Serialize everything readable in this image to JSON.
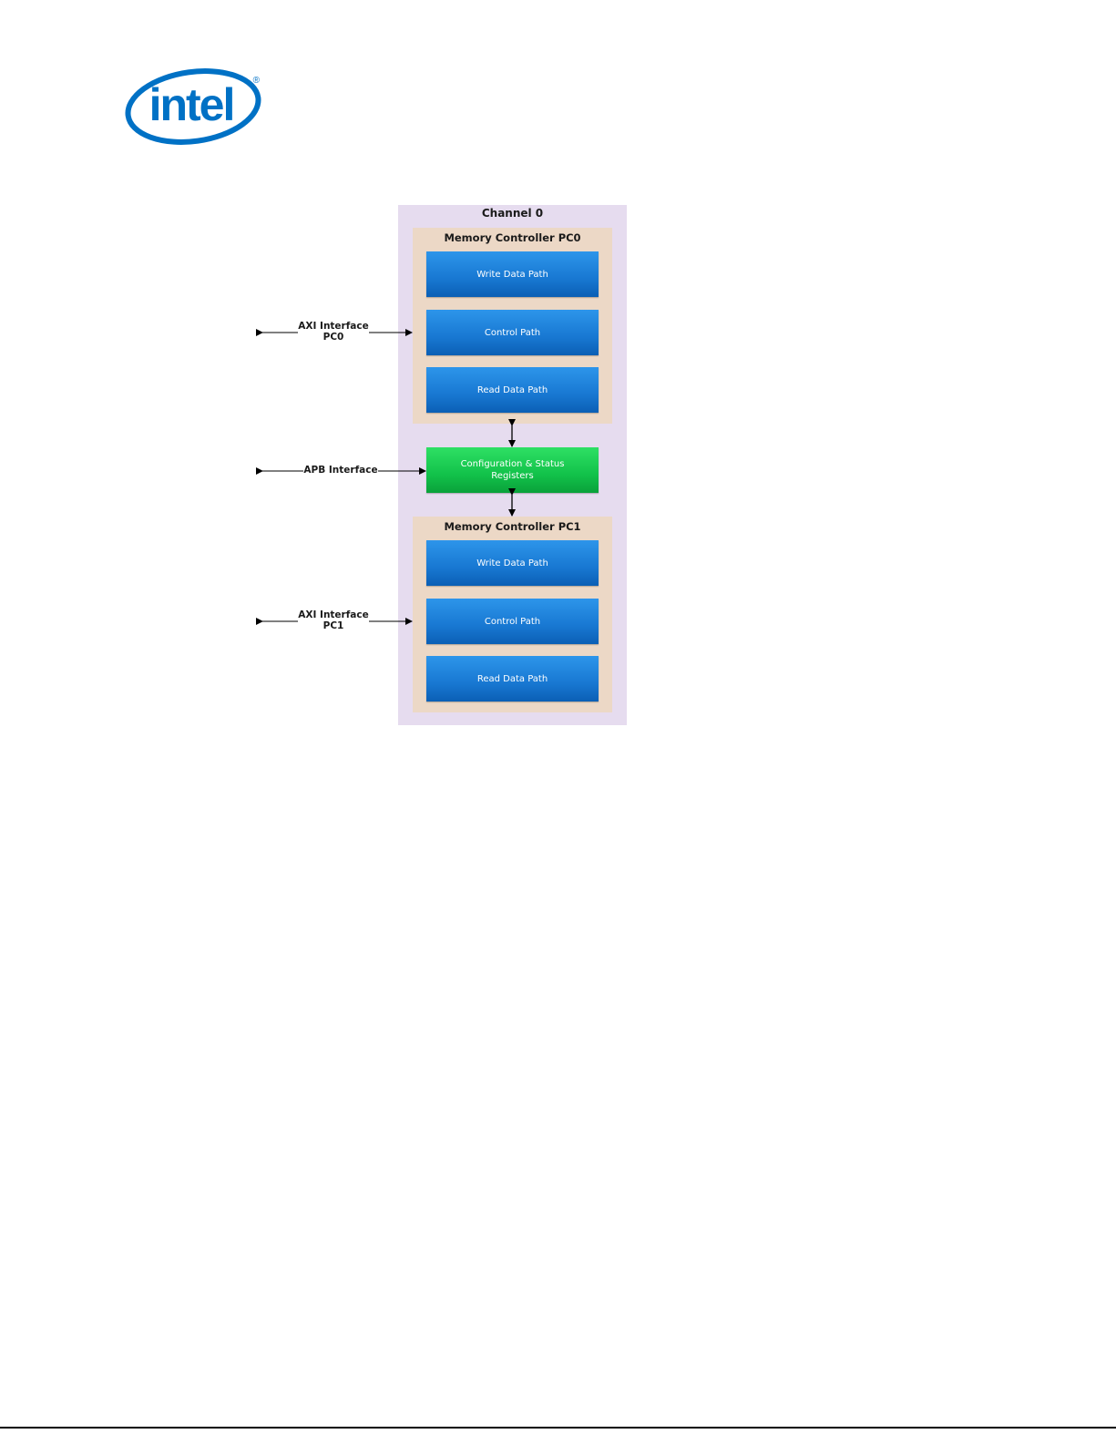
{
  "logo": {
    "text": "intel",
    "reg": "®"
  },
  "channel": {
    "title": "Channel 0"
  },
  "controllers": [
    {
      "title": "Memory Controller PC0",
      "blocks": [
        "Write Data Path",
        "Control Path",
        "Read Data Path"
      ]
    },
    {
      "title": "Memory Controller PC1",
      "blocks": [
        "Write Data Path",
        "Control Path",
        "Read Data Path"
      ]
    }
  ],
  "csr": {
    "line1": "Configuration & Status",
    "line2": "Registers"
  },
  "interfaces": {
    "axi0": {
      "line1": "AXI Interface",
      "line2": "PC0"
    },
    "apb": {
      "label": "APB Interface"
    },
    "axi1": {
      "line1": "AXI Interface",
      "line2": "PC1"
    }
  },
  "colors": {
    "intel_blue": "#0071c5",
    "block_blue": "#1878d2",
    "csr_green": "#12c24a",
    "channel_bg": "#e6dcef",
    "controller_bg": "#ecd8c6"
  }
}
